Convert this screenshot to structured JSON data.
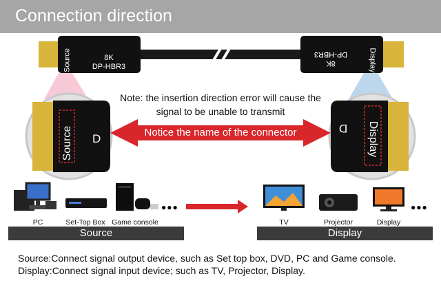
{
  "header": {
    "title": "Connection direction"
  },
  "cable": {
    "left": {
      "side_label": "Source",
      "line1": "8K",
      "line2": "DP-HBR3"
    },
    "right": {
      "side_label": "Display",
      "line1": "8K",
      "line2": "DP-HBR3"
    }
  },
  "note": {
    "line1": "Note: the insertion direction error will cause the",
    "line2": "signal to be unable to transmit"
  },
  "zoom": {
    "left": {
      "label": "Source",
      "letter": "D"
    },
    "right": {
      "label": "Display",
      "letter": "D"
    }
  },
  "notice": "Notice the name of the connector",
  "devices": {
    "source": [
      {
        "label": "PC"
      },
      {
        "label": "Set-Top Box"
      },
      {
        "label": "Game console"
      }
    ],
    "display": [
      {
        "label": "TV"
      },
      {
        "label": "Projector"
      },
      {
        "label": "Display"
      }
    ],
    "ellipsis": "●●●"
  },
  "bars": {
    "source": "Source",
    "display": "Display"
  },
  "footer": {
    "line1": "Source:Connect signal output device, such as Set top box, DVD, PC and Game console.",
    "line2": "Display:Connect signal input device; such as TV, Projector, Display."
  },
  "colors": {
    "header_bg": "#a6a6a6",
    "arrow_red": "#d9262b",
    "connector_gold": "#d8b43a",
    "bar_dark": "#3b3b3b"
  }
}
